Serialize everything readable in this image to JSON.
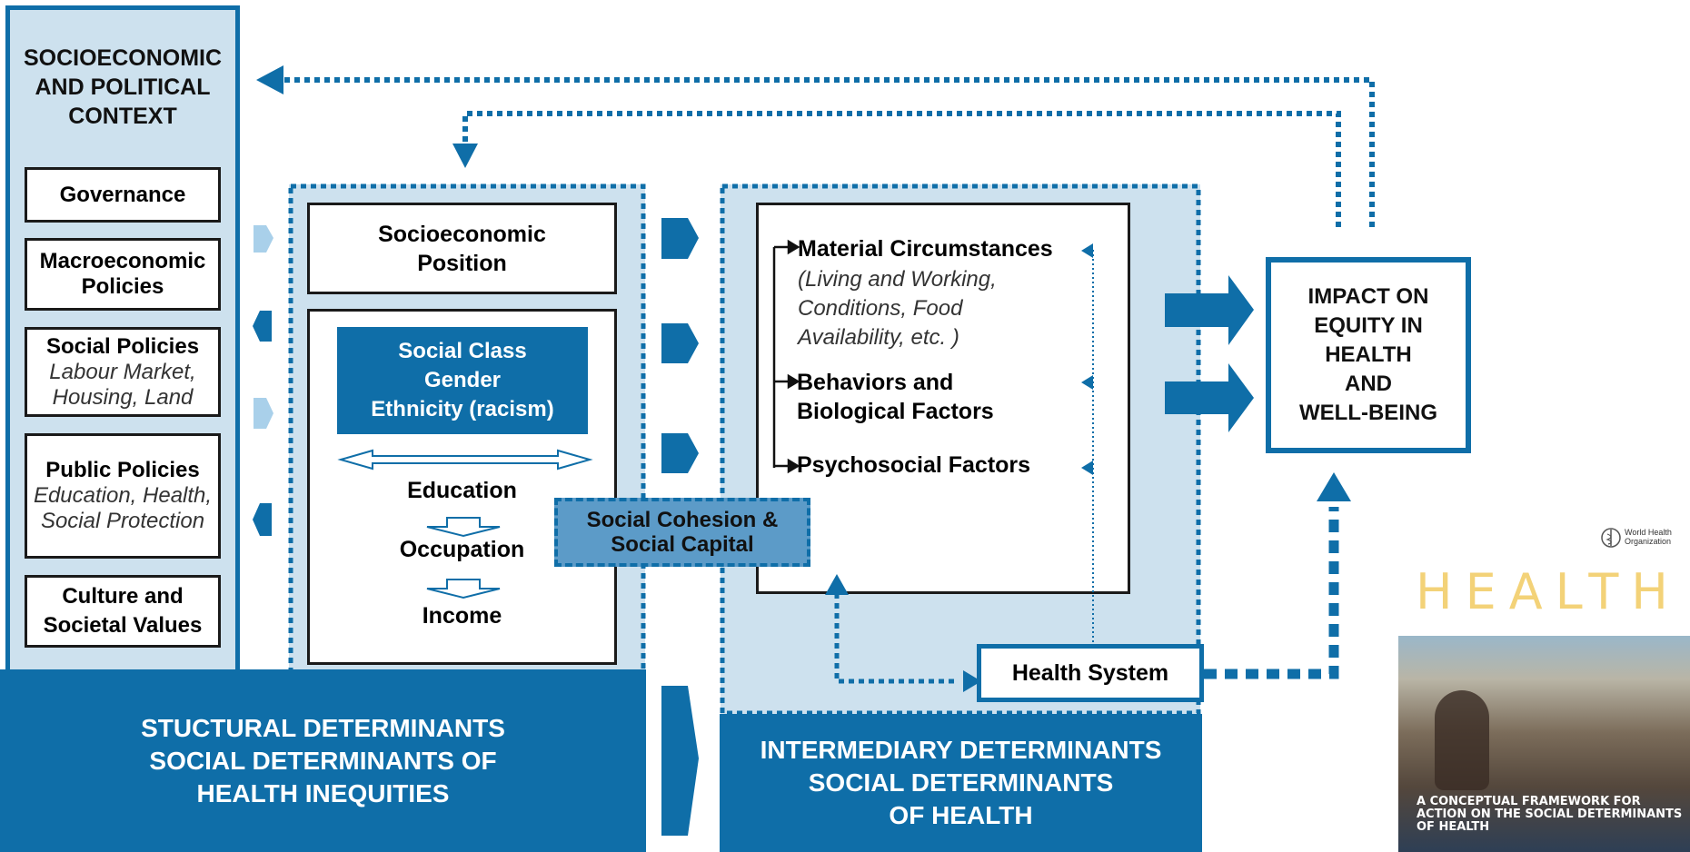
{
  "context": {
    "title_lines": [
      "SOCIOECONOMIC",
      "AND POLITICAL",
      "CONTEXT"
    ],
    "governance": "Governance",
    "macro": [
      "Macroeconomic",
      "Policies"
    ],
    "social_policies": {
      "title": "Social Policies",
      "sub": [
        "Labour Market,",
        "Housing, Land"
      ]
    },
    "public_policies": {
      "title": "Public Policies",
      "sub": [
        "Education, Health,",
        "Social Protection"
      ]
    },
    "culture": [
      "Culture and",
      "Societal Values"
    ]
  },
  "structural": {
    "sep": [
      "Socioeconomic",
      "Position"
    ],
    "social_class": [
      "Social Class",
      "Gender",
      "Ethnicity (racism)"
    ],
    "education": "Education",
    "occupation": "Occupation",
    "income": "Income",
    "footer": [
      "STUCTURAL DETERMINANTS",
      "SOCIAL DETERMINANTS OF",
      "HEALTH INEQUITIES"
    ]
  },
  "cohesion": [
    "Social Cohesion &",
    "Social Capital"
  ],
  "intermediary": {
    "material": "Material Circumstances",
    "material_sub": [
      "(Living and Working,",
      "Conditions, Food",
      "Availability, etc. )"
    ],
    "behaviors": [
      "Behaviors and",
      "Biological Factors"
    ],
    "psychosocial": "Psychosocial Factors",
    "health_system": "Health System",
    "footer": [
      "INTERMEDIARY DETERMINANTS",
      "SOCIAL DETERMINANTS",
      "OF HEALTH"
    ]
  },
  "impact": [
    "IMPACT ON",
    "EQUITY IN",
    "HEALTH",
    "AND",
    "WELL-BEING"
  ],
  "cover": {
    "org": [
      "World Health",
      "Organization"
    ],
    "word": "HEALTH",
    "caption": [
      "A CONCEPTUAL FRAMEWORK FOR",
      "ACTION ON THE SOCIAL DETERMINANTS",
      "OF HEALTH"
    ]
  },
  "colors": {
    "primary": "#0f6ea8",
    "pale": "#cde1ee",
    "light_arrow": "#a9d0ea",
    "cohesion": "#5c9bc8"
  }
}
